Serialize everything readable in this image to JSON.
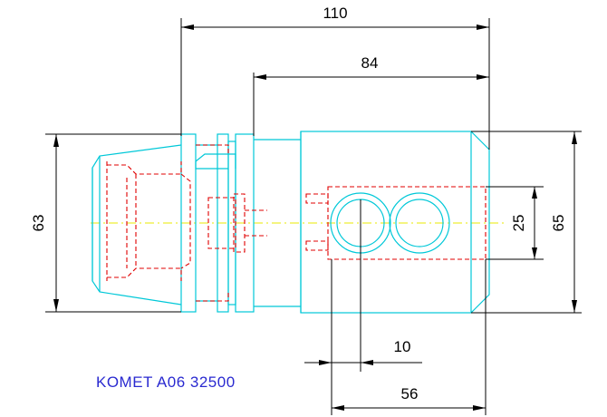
{
  "drawing": {
    "title": "KOMET A06 32500",
    "dimensions": {
      "overall_length": "110",
      "body_length": "84",
      "shank_diameter": "63",
      "body_diameter": "65",
      "bore_height": "25",
      "bore_offset": "10",
      "bore_span": "56"
    },
    "colors": {
      "outline": "#00c8d8",
      "hidden": "#e00000",
      "centerline": "#e8e800",
      "dimension": "#000000",
      "title": "#2a2ad0"
    }
  }
}
